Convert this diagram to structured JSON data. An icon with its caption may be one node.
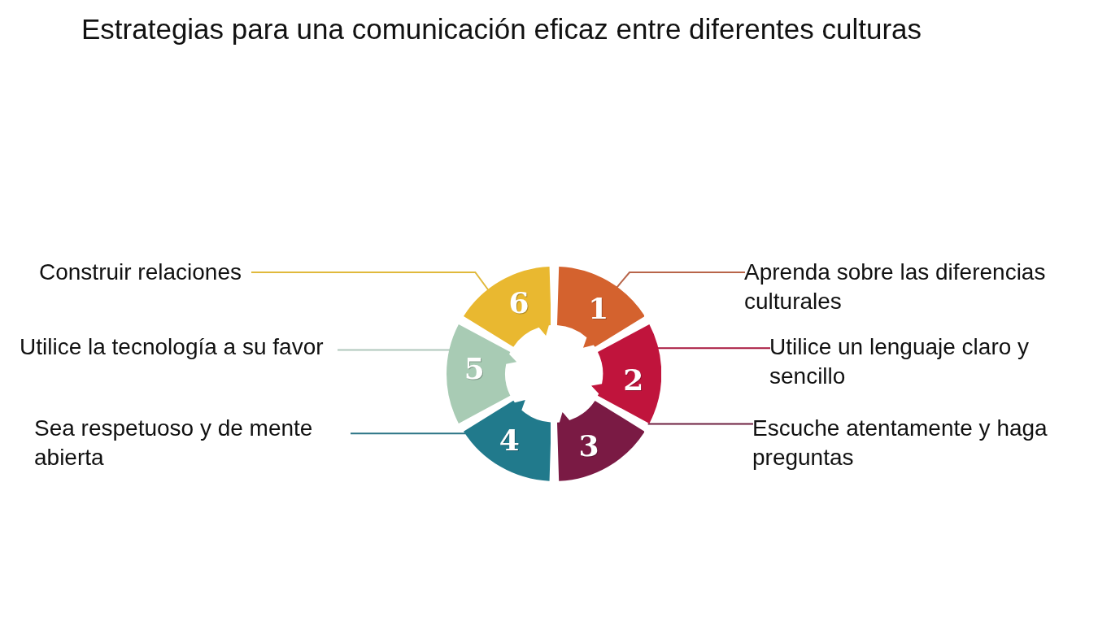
{
  "diagram": {
    "title": "Estrategias para una comunicación eficaz entre diferentes culturas",
    "nodes": [
      {
        "text": [
          "1"
        ]
      },
      {
        "text": [
          "2"
        ]
      },
      {
        "text": [
          "3"
        ]
      },
      {
        "text": [
          "4"
        ]
      },
      {
        "text": [
          "5"
        ]
      },
      {
        "text": [
          "6"
        ]
      },
      {
        "text": [
          "Aprenda sobre las diferencias culturales"
        ]
      },
      {
        "text": [
          "Utilice un lenguaje claro y sencillo"
        ]
      },
      {
        "text": [
          "Escuche atentamente y haga preguntas"
        ]
      },
      {
        "text": [
          "Sea respetuoso y de mente abierta"
        ]
      },
      {
        "text": [
          "Utilice la tecnología a su favor"
        ]
      },
      {
        "text": [
          "Construir relaciones"
        ]
      }
    ],
    "edges": [
      {
        "from": 6,
        "to": 0,
        "arrow": "none",
        "color": "#b8654a"
      },
      {
        "from": 7,
        "to": 1,
        "arrow": "none",
        "color": "#a8183f"
      },
      {
        "from": 8,
        "to": 2,
        "arrow": "none",
        "color": "#6e2040"
      },
      {
        "from": 9,
        "to": 3,
        "arrow": "none",
        "color": "#2a7385"
      },
      {
        "from": 10,
        "to": 4,
        "arrow": "none",
        "color": "#b0c8bc"
      },
      {
        "from": 11,
        "to": 5,
        "arrow": "none",
        "color": "#e0b93c"
      }
    ]
  }
}
